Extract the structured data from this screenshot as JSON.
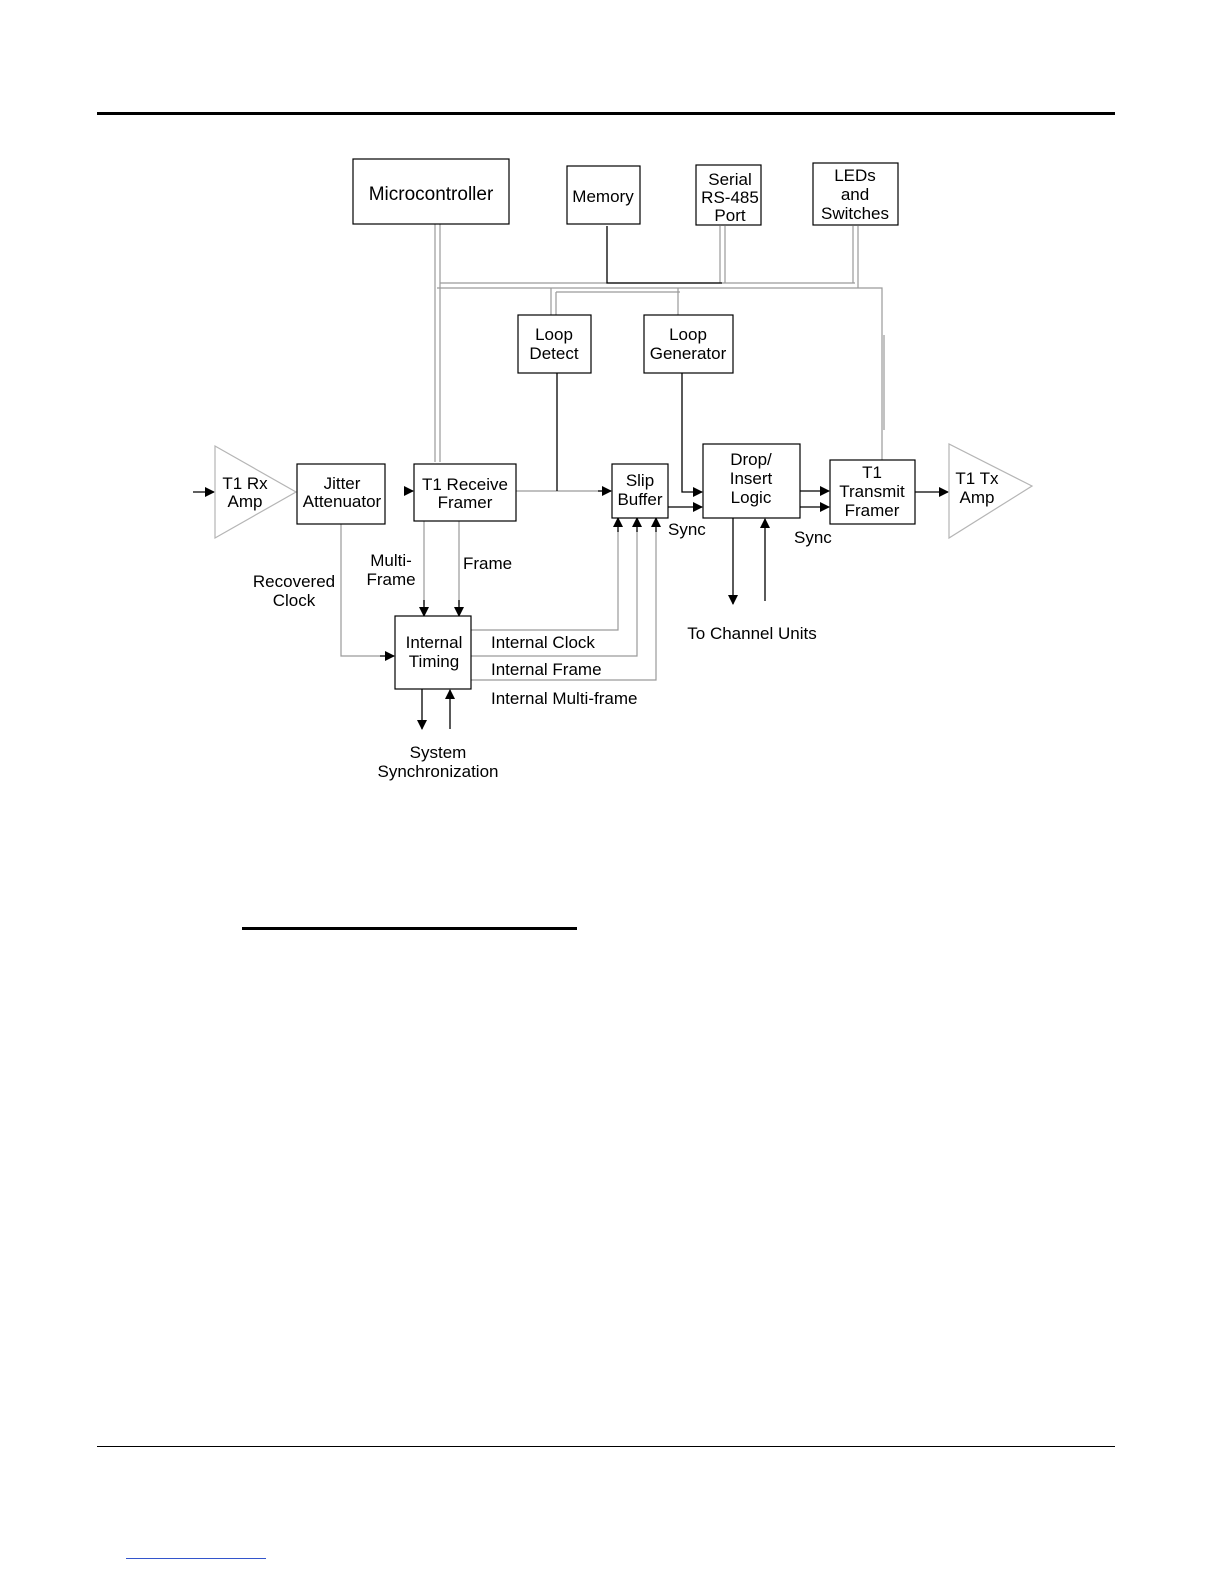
{
  "blocks": {
    "microcontroller": "Microcontroller",
    "memory": "Memory",
    "serial_port": [
      "Serial",
      "RS-485",
      "Port"
    ],
    "leds_switches": [
      "LEDs",
      "and",
      "Switches"
    ],
    "loop_detect": [
      "Loop",
      "Detect"
    ],
    "loop_generator": [
      "Loop",
      "Generator"
    ],
    "t1_rx_amp": [
      "T1 Rx",
      "Amp"
    ],
    "jitter_attenuator": [
      "Jitter",
      "Attenuator"
    ],
    "t1_receive_framer": [
      "T1 Receive",
      "Framer"
    ],
    "slip_buffer": [
      "Slip",
      "Buffer"
    ],
    "drop_insert_logic": [
      "Drop/",
      "Insert",
      "Logic"
    ],
    "t1_transmit_framer": [
      "T1",
      "Transmit",
      "Framer"
    ],
    "t1_tx_amp": [
      "T1 Tx",
      "Amp"
    ],
    "internal_timing": [
      "Internal",
      "Timing"
    ]
  },
  "signals": {
    "sync_1": "Sync",
    "sync_2": "Sync",
    "multi_frame": [
      "Multi-",
      "Frame"
    ],
    "frame": "Frame",
    "recovered_clock": [
      "Recovered",
      "Clock"
    ],
    "internal_clock": "Internal Clock",
    "internal_frame": "Internal Frame",
    "internal_multi_frame": "Internal Multi-frame",
    "to_channel_units": "To Channel Units",
    "system_synchronization": [
      "System",
      "Synchronization"
    ]
  }
}
